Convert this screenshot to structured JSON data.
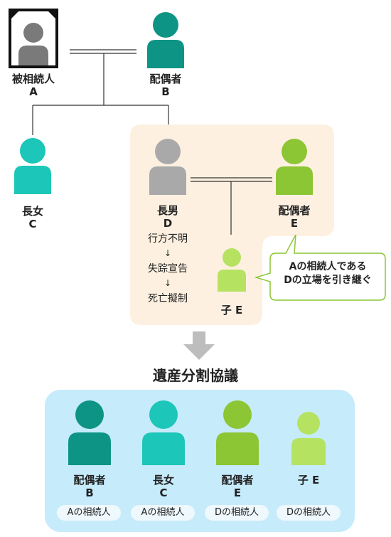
{
  "colors": {
    "deceased_gray": "#7a7a7a",
    "teal_dark": "#0e9484",
    "teal": "#1cc6b8",
    "green": "#8cc634",
    "light_green": "#b6e262",
    "gray_person": "#a9a9a9",
    "highlight_bg": "#fdf0e0",
    "result_bg": "#c6ebfb",
    "callout_border": "#8cc634",
    "arrow": "#bdbdbd"
  },
  "persons": {
    "deceased": {
      "line1": "被相続人",
      "line2": "A"
    },
    "spouse_b": {
      "line1": "配偶者",
      "line2": "B"
    },
    "eldest_daughter": {
      "line1": "長女",
      "line2": "C"
    },
    "eldest_son": {
      "line1": "長男",
      "line2": "D"
    },
    "spouse_e": {
      "line1": "配偶者",
      "line2": "E"
    },
    "child_e": {
      "line1": "子 E"
    }
  },
  "d_status": {
    "step1": "行方不明",
    "arrow": "↓",
    "step2": "失踪宣告",
    "step3": "死亡擬制"
  },
  "callout": {
    "line1": "Aの相続人である",
    "line2": "Dの立場を引き継ぐ"
  },
  "result": {
    "title": "遺産分割協議",
    "members": [
      {
        "line1": "配偶者",
        "line2": "B",
        "badge": "Aの相続人"
      },
      {
        "line1": "長女",
        "line2": "C",
        "badge": "Aの相続人"
      },
      {
        "line1": "配偶者",
        "line2": "E",
        "badge": "Dの相続人"
      },
      {
        "line1": "子 E",
        "line2": "",
        "badge": "Dの相続人"
      }
    ]
  }
}
